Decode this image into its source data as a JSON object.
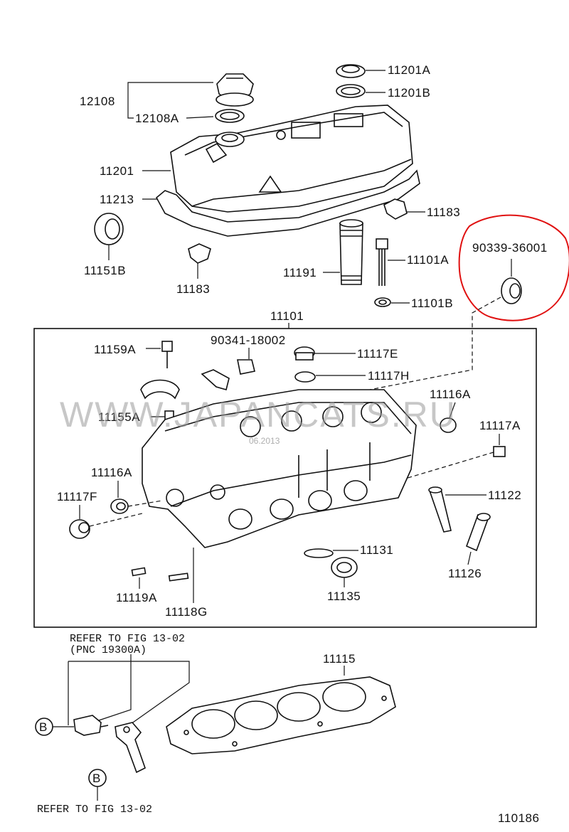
{
  "diagram_id": "110186",
  "watermark": "WWW.JAPANCATS.RU",
  "watermark_small": "06.2013",
  "labels": {
    "p12108": "12108",
    "p12108A": "12108A",
    "p11201A": "11201A",
    "p11201B": "11201B",
    "p11201": "11201",
    "p11213": "11213",
    "p11183_right": "11183",
    "p11183_left": "11183",
    "p11151B": "11151B",
    "p11191": "11191",
    "p11101A": "11101A",
    "p11101B": "11101B",
    "p90339": "90339-36001",
    "p11101": "11101",
    "p11159A": "11159A",
    "p90341": "90341-18002",
    "p11117E": "11117E",
    "p11117H": "11117H",
    "p11116A_right": "11116A",
    "p11155A": "11155A",
    "p11117A": "11117A",
    "p11116A_left": "11116A",
    "p11117F": "11117F",
    "p11122": "11122",
    "p11126": "11126",
    "p11131": "11131",
    "p11135": "11135",
    "p11119A": "11119A",
    "p11118G": "11118G",
    "p11115": "11115"
  },
  "refs": {
    "ref_top_line1": "REFER TO FIG 13-02",
    "ref_top_line2": "(PNC 19300A)",
    "ref_bottom": "REFER TO FIG 13-02",
    "marker_b1": "B",
    "marker_b2": "B"
  },
  "colors": {
    "ink": "#111111",
    "highlight": "#e01010",
    "watermark": "#9a9a9a"
  }
}
